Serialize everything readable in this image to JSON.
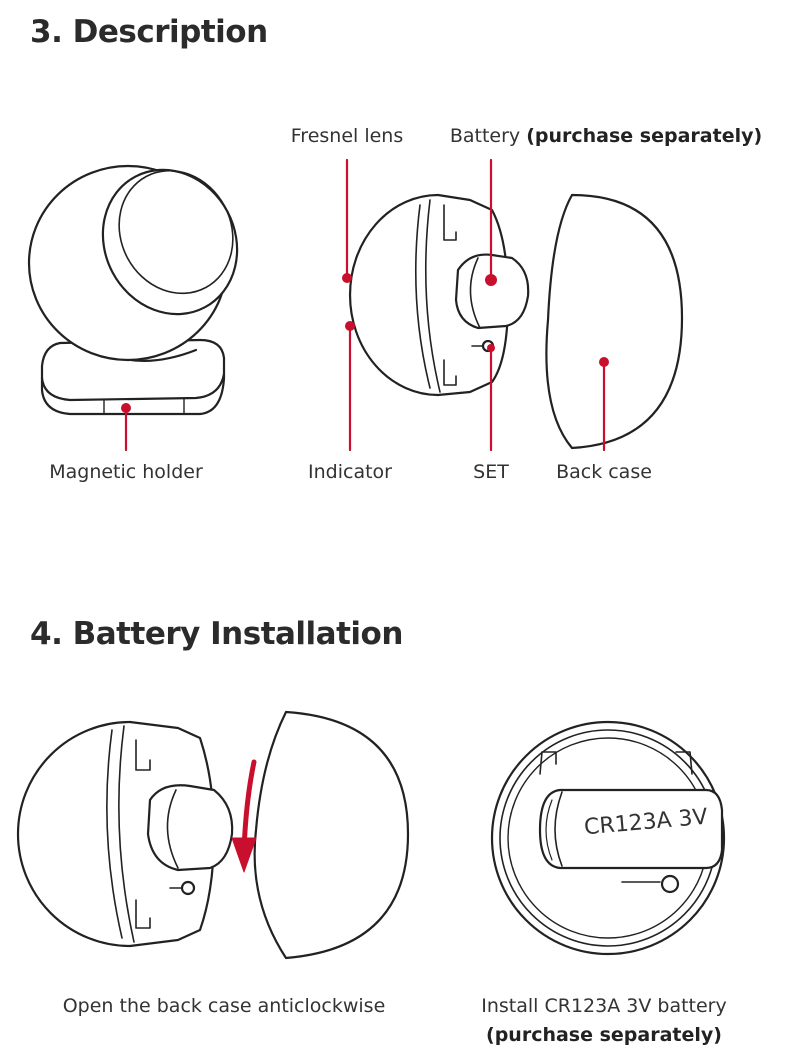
{
  "description": {
    "heading": "3. Description",
    "labels": {
      "fresnel_lens": "Fresnel lens",
      "battery": "Battery",
      "battery_note": "(purchase separately)",
      "magnetic_holder": "Magnetic holder",
      "indicator": "Indicator",
      "set": "SET",
      "back_case": "Back case"
    }
  },
  "installation": {
    "heading": "4. Battery Installation",
    "battery_marking": "CR123A 3V",
    "step1_caption": "Open the back case anticlockwise",
    "step2_caption": "Install CR123A 3V battery",
    "step2_note": "(purchase separately)"
  },
  "colors": {
    "accent": "#c8102e",
    "line_art": "#222222"
  }
}
